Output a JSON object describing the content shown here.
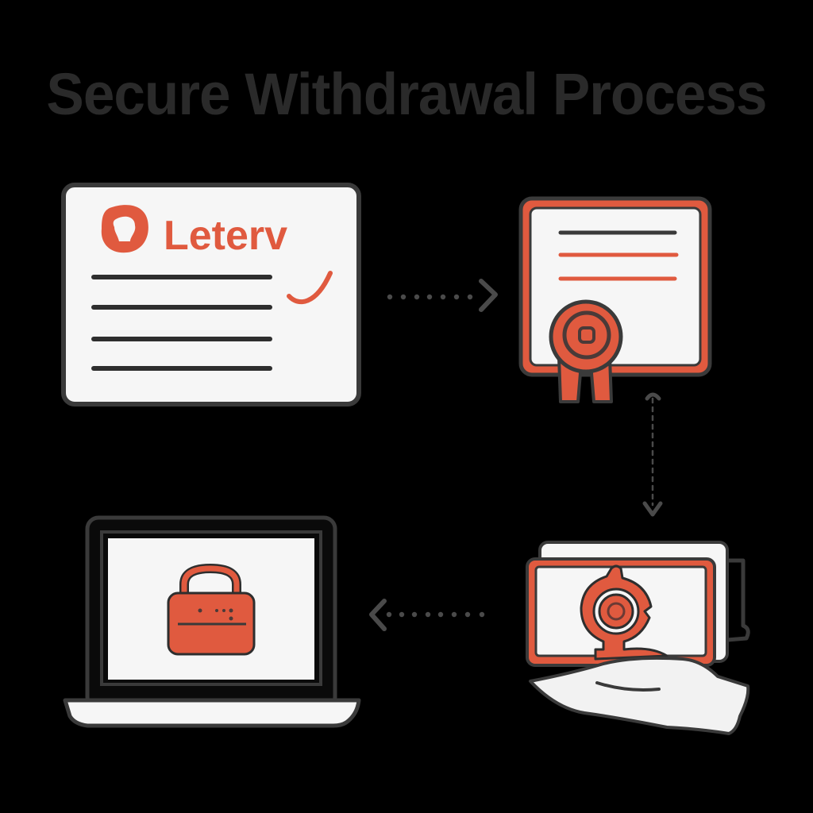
{
  "title": "Secure Withdrawal Process",
  "colors": {
    "background": "#000000",
    "title": "#2a2a2a",
    "accent": "#e05a3f",
    "outline": "#3a3a3a",
    "paper": "#f6f6f6",
    "connector": "#4a4a4a"
  },
  "steps": [
    {
      "id": "letter",
      "label": "Letter document",
      "brand_text": "Leterv",
      "icon": "document-with-logo-and-checkmark"
    },
    {
      "id": "certificate",
      "label": "Certified certificate",
      "icon": "certificate-with-seal-ribbon"
    },
    {
      "id": "verification",
      "label": "Webcam identity verification",
      "icon": "webcam-on-card-held-by-hand"
    },
    {
      "id": "secure-access",
      "label": "Secure laptop access",
      "icon": "laptop-with-padlock"
    }
  ],
  "connectors": [
    {
      "from": "letter",
      "to": "certificate",
      "style": "dotted",
      "direction": "right"
    },
    {
      "from": "certificate",
      "to": "verification",
      "style": "dashed",
      "direction": "down"
    },
    {
      "from": "verification",
      "to": "secure-access",
      "style": "dotted",
      "direction": "left"
    }
  ]
}
